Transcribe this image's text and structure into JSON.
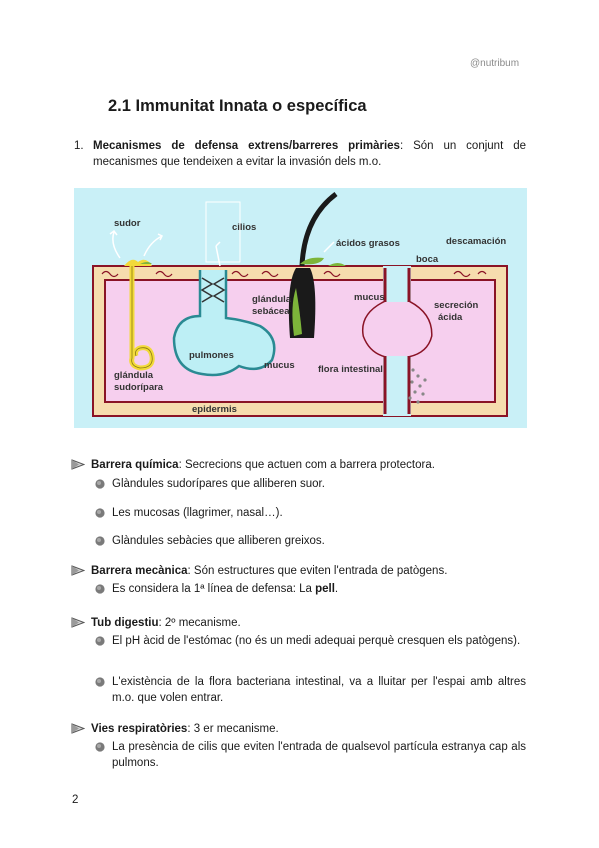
{
  "header": {
    "watermark": "@nutribum"
  },
  "section_title": "2.1 Immunitat Innata o específica",
  "item1": {
    "number": "1.",
    "bold": "Mecanismes de defensa extrens/barreres primàries",
    "text": ": Són un conjunt de mecanismes que tendeixen a evitar la invasión dels m.o."
  },
  "figure": {
    "labels": {
      "sudor": "sudor",
      "cilios": "cilios",
      "acidos_grasos": "ácidos grasos",
      "descamacion": "descamación",
      "boca": "boca",
      "glandula_sebacea_1": "glándula",
      "glandula_sebacea_2": "sebácea",
      "mucus_top": "mucus",
      "secrecion_1": "secreción",
      "secrecion_2": "ácida",
      "pulmones": "pulmones",
      "mucus_mid": "mucus",
      "flora": "flora intestinal",
      "glandula_sudoripara_1": "glándula",
      "glandula_sudoripara_2": "sudorípara",
      "epidermis": "epidermis"
    },
    "colors": {
      "background": "#c9f0f7",
      "skin": "#f6dcae",
      "tissue": "#f6cfee",
      "border": "#8a1326",
      "sweat": "#f2da3a",
      "fat": "#7db53a",
      "lung_fill": "#bdeff5",
      "lung_stroke": "#2a8a93",
      "hair": "#1a1a1a"
    }
  },
  "bullets": {
    "quimica": {
      "bold": "Barrera química",
      "text": ": Secrecions que actuen com a barrera protectora."
    },
    "quimica_sub": [
      "Glàndules sudorípares que alliberen suor.",
      "Les mucosas (llagrimer, nasal…).",
      "Glàndules sebàcies que alliberen greixos."
    ],
    "mecanica": {
      "bold": "Barrera mecànica",
      "text": ": Són estructures que eviten l'entrada de patògens."
    },
    "mecanica_sub": {
      "text": "Es considera la 1ª línea de defensa: La ",
      "bold": "pell",
      "end": "."
    },
    "digestiu": {
      "bold": "Tub digestiu",
      "text": ": 2º mecanisme."
    },
    "digestiu_sub": [
      "El pH àcid de l'estómac (no és un medi adequai perquè cresquen els patògens).",
      "L'existència de la flora bacteriana intestinal, va a lluitar per l'espai amb altres m.o. que volen entrar."
    ],
    "respiratories": {
      "bold": "Vies respiratòries",
      "text": ": 3 er mecanisme."
    },
    "respiratories_sub": [
      "La presència de cilis que eviten l'entrada de qualsevol partícula estranya cap als pulmons."
    ]
  },
  "footer": {
    "page_number": "2"
  }
}
